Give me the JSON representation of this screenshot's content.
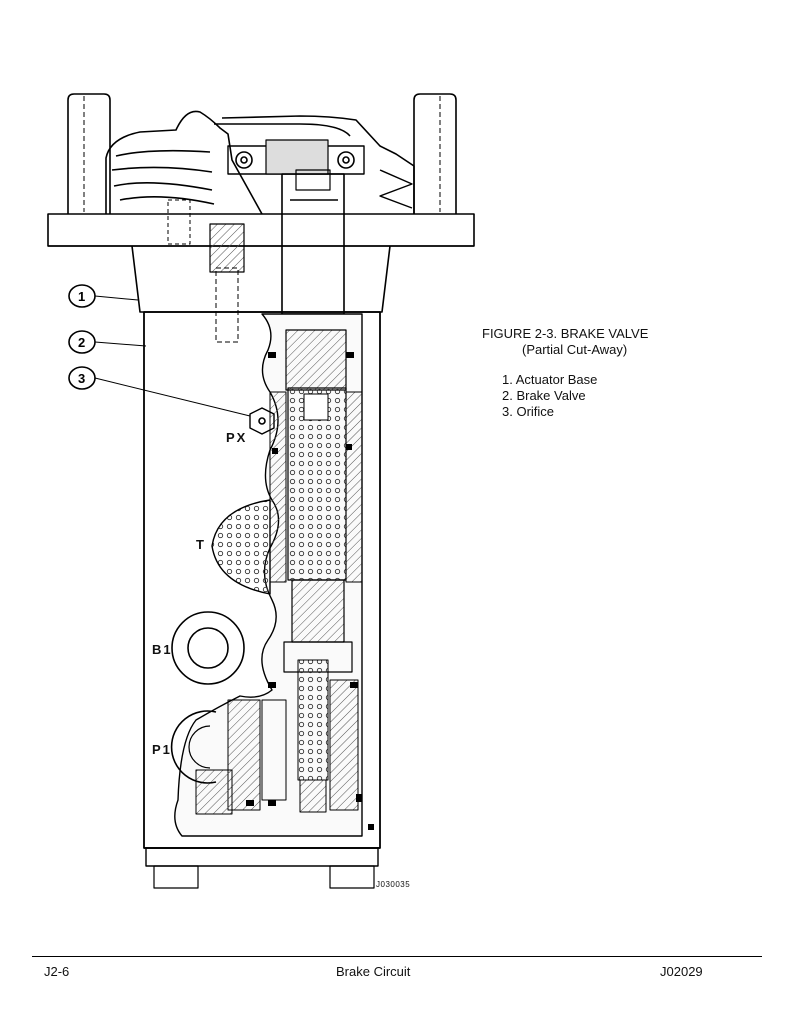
{
  "figure": {
    "title": "FIGURE 2-3. BRAKE VALVE",
    "subtitle": "(Partial Cut-Away)",
    "legend": [
      "1. Actuator Base",
      "2. Brake Valve",
      "3. Orifice"
    ],
    "callouts": [
      "1",
      "2",
      "3"
    ],
    "ports": {
      "px": "PX",
      "t": "T",
      "b1": "B1",
      "p1": "P1"
    },
    "drawing_number": "J030035"
  },
  "footer": {
    "left": "J2-6",
    "center": "Brake Circuit",
    "right": "J02029"
  }
}
